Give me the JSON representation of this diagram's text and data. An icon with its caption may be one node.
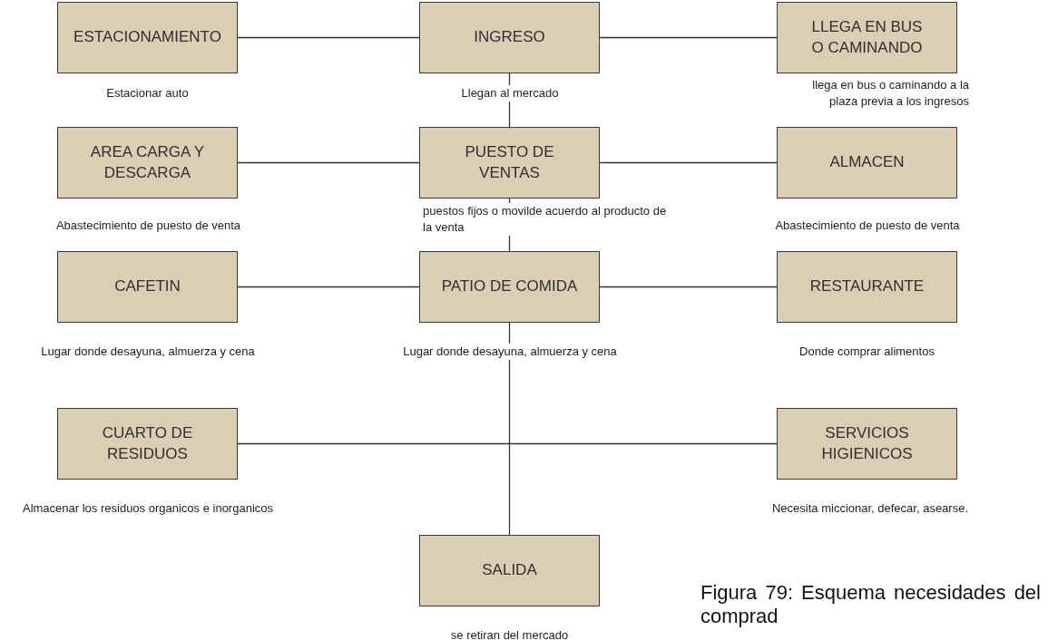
{
  "diagram": {
    "caption": "Figura 79: Esquema necesidades del comprad",
    "nodes": [
      {
        "text": [
          "ESTACIONAMIENTO"
        ],
        "beside": [
          "Estacionar auto"
        ]
      },
      {
        "text": [
          "INGRESO"
        ],
        "beside": [
          "Llegan al mercado"
        ]
      },
      {
        "text": [
          "LLEGA EN BUS O CAMINANDO"
        ],
        "beside": [
          "llega en bus o caminando a la plaza previa a los ingresos"
        ]
      },
      {
        "text": [
          "AREA CARGA Y DESCARGA"
        ],
        "beside": [
          "Abastecimiento de puesto de venta"
        ]
      },
      {
        "text": [
          "PUESTO DE VENTAS"
        ],
        "beside": [
          "puestos fijos o movilde acuerdo al producto de la venta"
        ]
      },
      {
        "text": [
          "ALMACEN"
        ],
        "beside": [
          "Abastecimiento de puesto de venta"
        ]
      },
      {
        "text": [
          "CAFETIN"
        ],
        "beside": [
          "Lugar donde desayuna, almuerza y cena"
        ]
      },
      {
        "text": [
          "PATIO DE COMIDA"
        ],
        "beside": [
          "Lugar donde desayuna, almuerza y cena"
        ]
      },
      {
        "text": [
          "RESTAURANTE"
        ],
        "beside": [
          "Donde comprar alimentos"
        ]
      },
      {
        "text": [
          "CUARTO DE RESIDUOS"
        ],
        "beside": [
          "Almacenar los residuos organicos e inorganicos"
        ]
      },
      {
        "text": [
          "SERVICIOS HIGIENICOS"
        ],
        "beside": [
          "Necesita miccionar, defecar, asearse."
        ]
      },
      {
        "text": [
          "SALIDA"
        ],
        "beside": [
          "se retiran del mercado"
        ]
      }
    ],
    "edges": [
      {
        "from": 0,
        "to": 1,
        "arrow": "none"
      },
      {
        "from": 1,
        "to": 2,
        "arrow": "none"
      },
      {
        "from": 1,
        "to": 4,
        "arrow": "none"
      },
      {
        "from": 3,
        "to": 4,
        "arrow": "none"
      },
      {
        "from": 4,
        "to": 5,
        "arrow": "none"
      },
      {
        "from": 4,
        "to": 7,
        "arrow": "none"
      },
      {
        "from": 6,
        "to": 7,
        "arrow": "none"
      },
      {
        "from": 7,
        "to": 8,
        "arrow": "none"
      },
      {
        "from": 9,
        "to": 10,
        "arrow": "none"
      },
      {
        "from": 7,
        "to": 11,
        "arrow": "none"
      }
    ]
  }
}
